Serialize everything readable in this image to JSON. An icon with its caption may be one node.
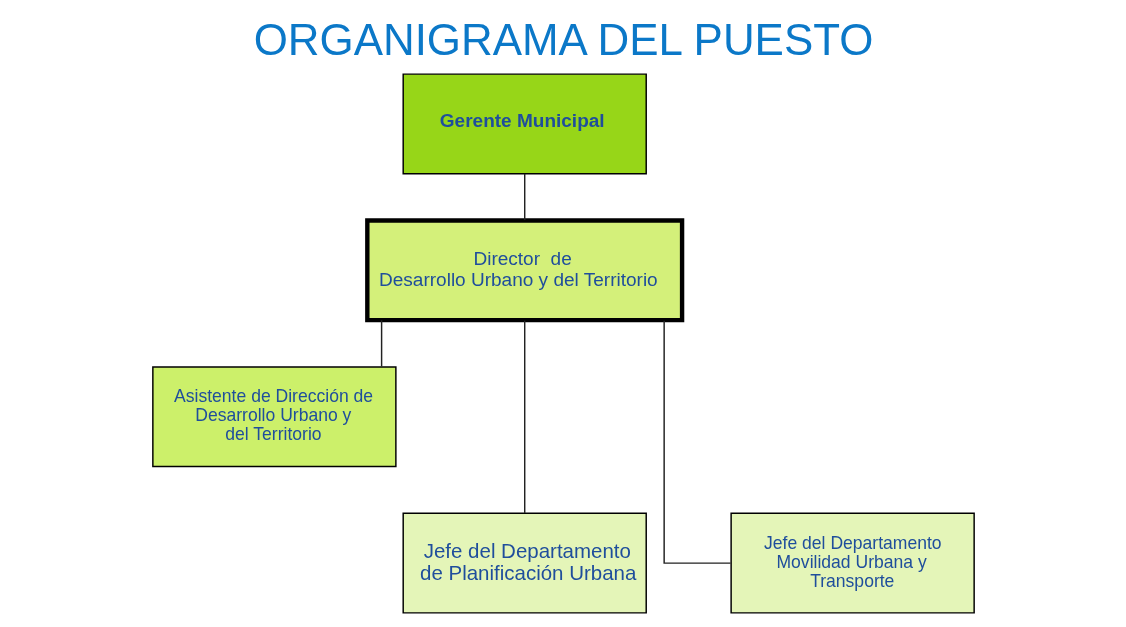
{
  "diagram": {
    "title": "ORGANIGRAMA DEL PUESTO",
    "nodes": [
      {
        "text": [
          "Gerente Municipal"
        ]
      },
      {
        "text": [
          "Director  de Desarrollo Urbano y del Territorio"
        ]
      },
      {
        "text": [
          "Asistente de Dirección de Desarrollo Urbano y del Territorio"
        ]
      },
      {
        "text": [
          "Jefe del Departamento de Planificación Urbana"
        ]
      },
      {
        "text": [
          "Jefe del Departamento Movilidad Urbana y Transporte"
        ]
      }
    ],
    "edges": [
      {
        "from": 0,
        "to": 1,
        "arrow": "none"
      },
      {
        "from": 1,
        "to": 2,
        "arrow": "none"
      },
      {
        "from": 1,
        "to": 3,
        "arrow": "none"
      },
      {
        "from": 1,
        "to": 4,
        "arrow": "none"
      }
    ]
  }
}
